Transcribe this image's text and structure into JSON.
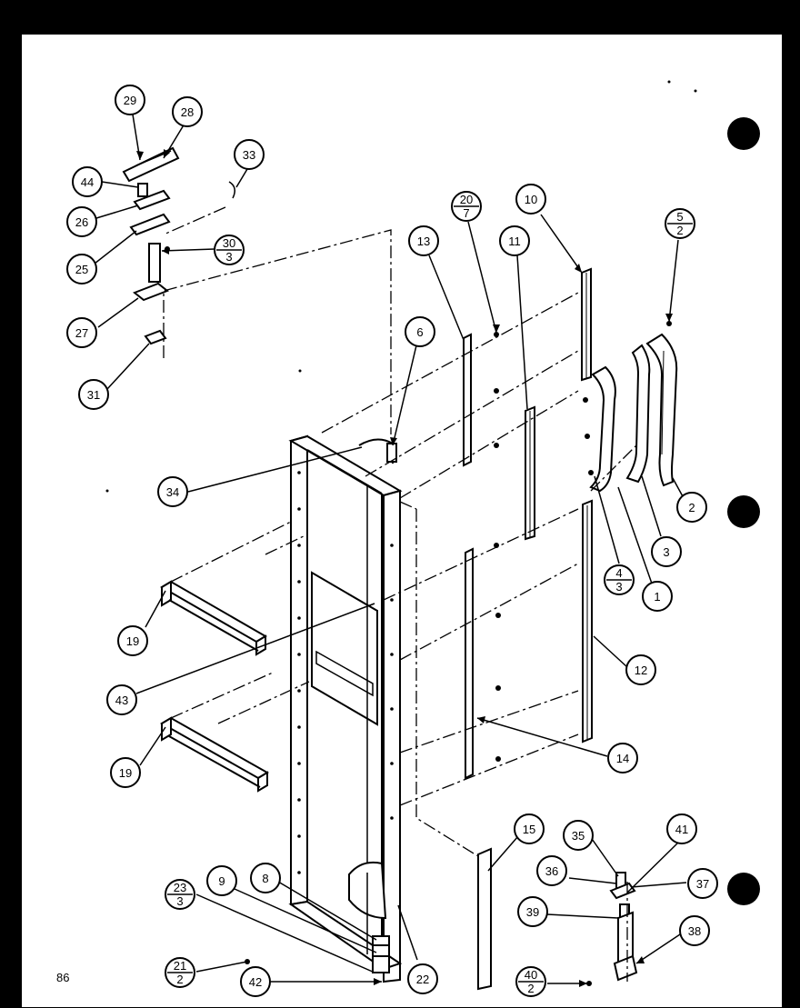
{
  "page_number": "86",
  "callouts": [
    {
      "id": "c29",
      "label": "29"
    },
    {
      "id": "c28",
      "label": "28"
    },
    {
      "id": "c33",
      "label": "33"
    },
    {
      "id": "c44",
      "label": "44"
    },
    {
      "id": "c26",
      "label": "26"
    },
    {
      "id": "c25",
      "label": "25"
    },
    {
      "id": "c30",
      "num": "30",
      "den": "3"
    },
    {
      "id": "c27",
      "label": "27"
    },
    {
      "id": "c31",
      "label": "31"
    },
    {
      "id": "c13",
      "label": "13"
    },
    {
      "id": "c20",
      "num": "20",
      "den": "7"
    },
    {
      "id": "c11",
      "label": "11"
    },
    {
      "id": "c10",
      "label": "10"
    },
    {
      "id": "c5",
      "num": "5",
      "den": "2"
    },
    {
      "id": "c6",
      "label": "6"
    },
    {
      "id": "c34",
      "label": "34"
    },
    {
      "id": "c2",
      "label": "2"
    },
    {
      "id": "c3",
      "label": "3"
    },
    {
      "id": "c4",
      "num": "4",
      "den": "3"
    },
    {
      "id": "c1",
      "label": "1"
    },
    {
      "id": "c19a",
      "label": "19"
    },
    {
      "id": "c43",
      "label": "43"
    },
    {
      "id": "c12",
      "label": "12"
    },
    {
      "id": "c14",
      "label": "14"
    },
    {
      "id": "c19b",
      "label": "19"
    },
    {
      "id": "c15",
      "label": "15"
    },
    {
      "id": "c35",
      "label": "35"
    },
    {
      "id": "c41",
      "label": "41"
    },
    {
      "id": "c36",
      "label": "36"
    },
    {
      "id": "c37",
      "label": "37"
    },
    {
      "id": "c39",
      "label": "39"
    },
    {
      "id": "c38",
      "label": "38"
    },
    {
      "id": "c9",
      "label": "9"
    },
    {
      "id": "c8",
      "label": "8"
    },
    {
      "id": "c23",
      "num": "23",
      "den": "3"
    },
    {
      "id": "c21",
      "num": "21",
      "den": "2"
    },
    {
      "id": "c42",
      "label": "42"
    },
    {
      "id": "c22",
      "label": "22"
    },
    {
      "id": "c40",
      "num": "40",
      "den": "2"
    }
  ]
}
